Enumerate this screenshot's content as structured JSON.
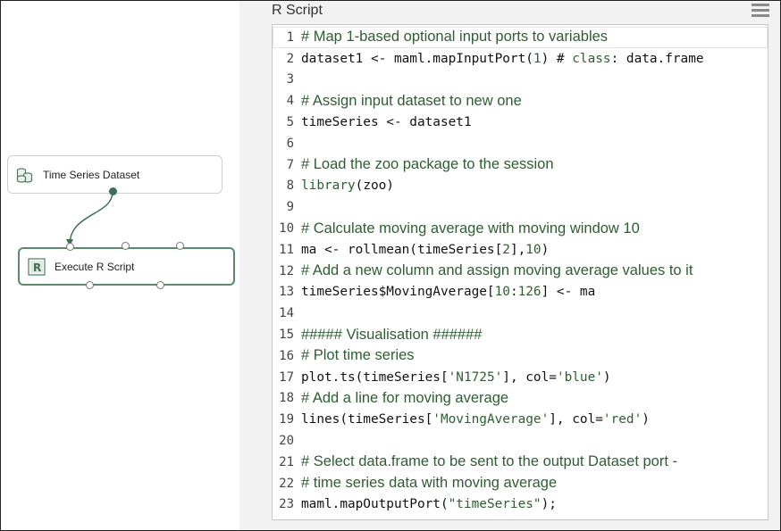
{
  "canvas": {
    "modules": [
      {
        "id": "time-series-dataset",
        "label": "Time Series Dataset"
      },
      {
        "id": "execute-r-script",
        "label": "Execute R Script"
      }
    ]
  },
  "panel": {
    "title": "R Script",
    "menu_icon": "hamburger-menu-icon"
  },
  "editor": {
    "current_line": 1,
    "lines": [
      {
        "n": "1",
        "text": "# Map 1-based optional input ports to variables"
      },
      {
        "n": "2",
        "text": "dataset1 <- maml.mapInputPort(1) # class: data.frame"
      },
      {
        "n": "3",
        "text": ""
      },
      {
        "n": "4",
        "text": "# Assign input dataset to new one"
      },
      {
        "n": "5",
        "text": "timeSeries <- dataset1"
      },
      {
        "n": "6",
        "text": ""
      },
      {
        "n": "7",
        "text": "# Load the zoo package to the session"
      },
      {
        "n": "8",
        "text": "library(zoo)"
      },
      {
        "n": "9",
        "text": ""
      },
      {
        "n": "10",
        "text": "# Calculate moving average with moving window 10"
      },
      {
        "n": "11",
        "text": "ma <- rollmean(timeSeries[2],10)"
      },
      {
        "n": "12",
        "text": "# Add a new column and assign moving average values to it"
      },
      {
        "n": "13",
        "text": "timeSeries$MovingAverage[10:126] <- ma"
      },
      {
        "n": "14",
        "text": ""
      },
      {
        "n": "15",
        "text": "##### Visualisation ######"
      },
      {
        "n": "16",
        "text": "# Plot time series"
      },
      {
        "n": "17",
        "text": "plot.ts(timeSeries['N1725'], col='blue')"
      },
      {
        "n": "18",
        "text": "# Add a line for moving average"
      },
      {
        "n": "19",
        "text": "lines(timeSeries['MovingAverage'], col='red')"
      },
      {
        "n": "20",
        "text": ""
      },
      {
        "n": "21",
        "text": "# Select data.frame to be sent to the output Dataset port -"
      },
      {
        "n": "22",
        "text": "# time series data with moving average"
      },
      {
        "n": "23",
        "text": "maml.mapOutputPort(\"timeSeries\");"
      }
    ]
  }
}
